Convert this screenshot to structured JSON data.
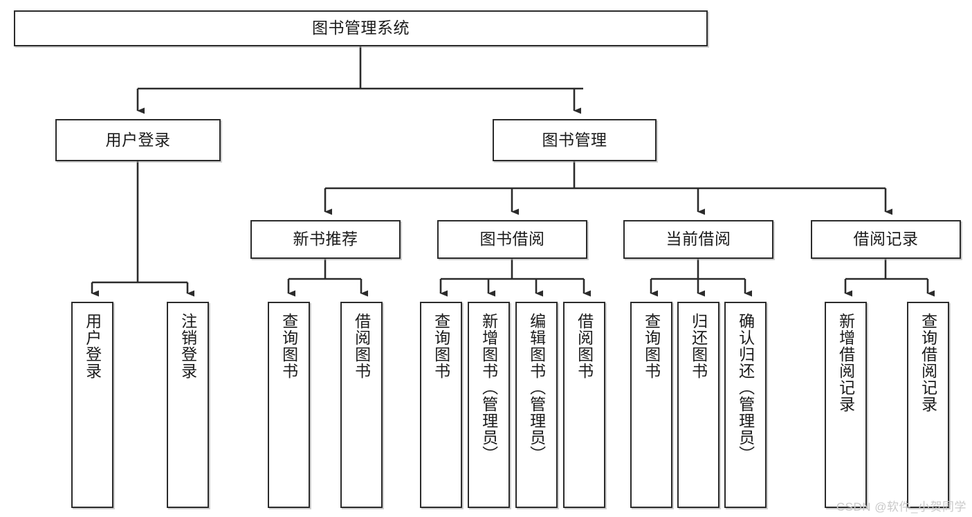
{
  "diagram": {
    "title": "图书管理系统",
    "type": "tree",
    "root": {
      "label": "图书管理系统"
    },
    "level2": [
      {
        "label": "用户登录"
      },
      {
        "label": "图书管理"
      }
    ],
    "level3": [
      {
        "label": "新书推荐"
      },
      {
        "label": "图书借阅"
      },
      {
        "label": "当前借阅"
      },
      {
        "label": "借阅记录"
      }
    ],
    "leaves": {
      "user_login": [
        {
          "label": "用户登录"
        },
        {
          "label": "注销登录"
        }
      ],
      "new_book": [
        {
          "label": "查询图书"
        },
        {
          "label": "借阅图书"
        }
      ],
      "book_borrow": [
        {
          "label": "查询图书"
        },
        {
          "label": "新增图书（管理员）"
        },
        {
          "label": "编辑图书（管理员）"
        },
        {
          "label": "借阅图书"
        }
      ],
      "current_borrow": [
        {
          "label": "查询图书"
        },
        {
          "label": "归还图书"
        },
        {
          "label": "确认归还（管理员）"
        }
      ],
      "borrow_record": [
        {
          "label": "新增借阅记录"
        },
        {
          "label": "查询借阅记录"
        }
      ]
    }
  },
  "watermark": {
    "text": "CSDN @软件_小贺同学"
  },
  "colors": {
    "stroke": "#2b2b2b",
    "fill": "#ffffff",
    "text": "#1b1b1b",
    "watermark": "#c9c9c9"
  }
}
